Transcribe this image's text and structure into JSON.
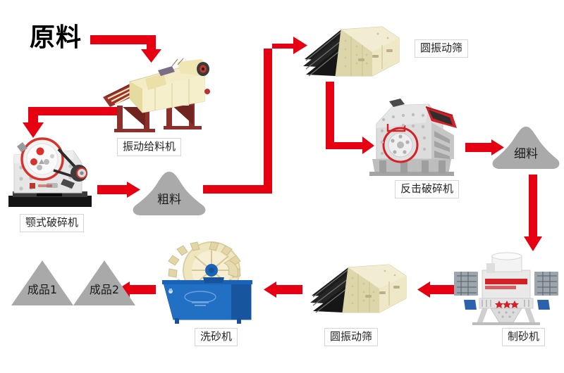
{
  "diagram": {
    "title": "原料",
    "background": "#ffffff",
    "arrow_color": "#e60012",
    "pile_color": "#aaaaaa",
    "triangle_color": "#a9a9a9"
  },
  "stages": {
    "raw_material": "原料",
    "vibrating_feeder": "振动给料机",
    "jaw_crusher": "颚式破碎机",
    "coarse_material": "粗料",
    "circular_vibrating_screen_top": "圆振动筛",
    "impact_crusher": "反击破碎机",
    "fine_material": "细料",
    "sand_making_machine": "制砂机",
    "circular_vibrating_screen_bottom": "圆振动筛",
    "sand_washer": "洗砂机",
    "finished_product_1": "成品1",
    "finished_product_2": "成品2"
  },
  "colors": {
    "arrow_red": "#e60012",
    "feeder_body": "#f3ecc4",
    "feeder_frame": "#8d2f2a",
    "screen_deck": "#1b1b1b",
    "screen_side": "#e8e2bd",
    "crusher_body": "#dcdcdc",
    "crusher_accent": "#d42027",
    "washer_tank": "#1b63b7",
    "washer_wheel": "#efe6c0",
    "sandmaker_body": "#e9e9e9",
    "sandmaker_blue": "#2a62ab",
    "sandmaker_star": "#d42027",
    "pile_gray": "#aaaaaa",
    "caption_border": "#d6d6d6"
  }
}
